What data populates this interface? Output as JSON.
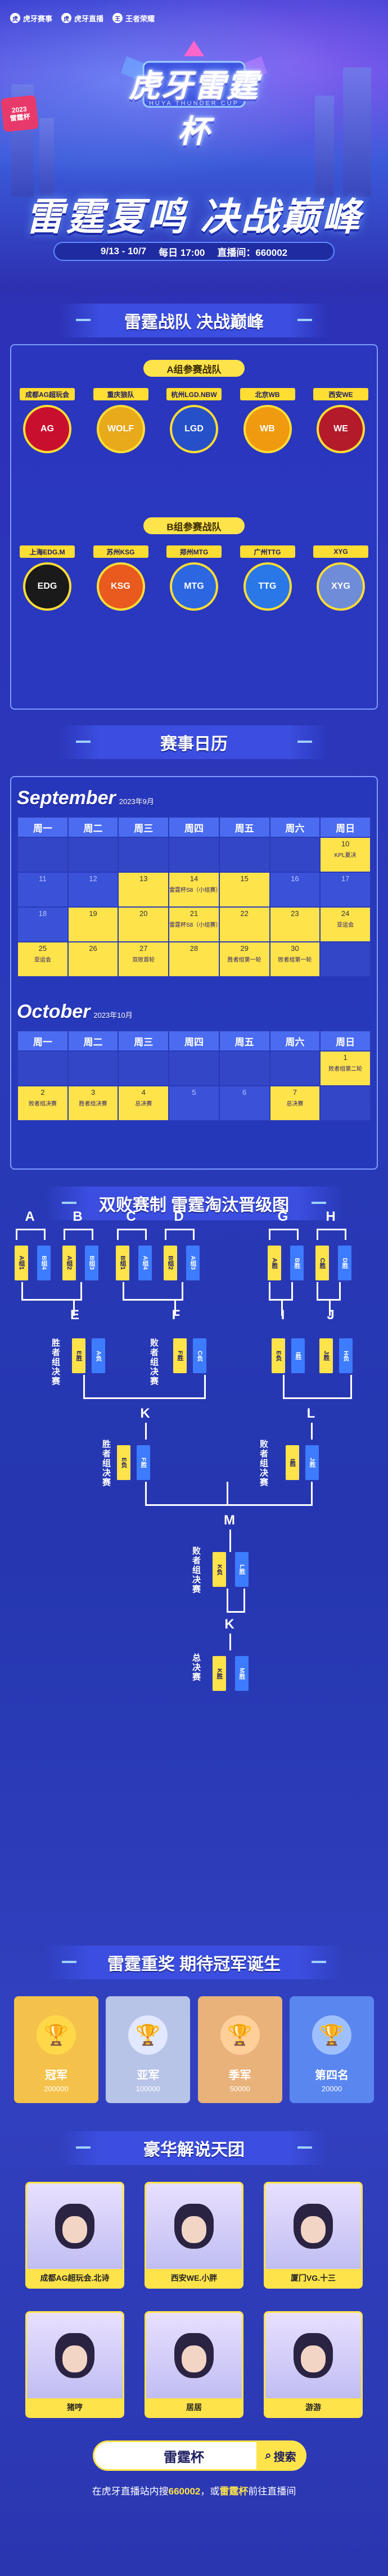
{
  "header": {
    "brands": [
      "虎牙赛事",
      "虎牙直播",
      "王者荣耀"
    ],
    "league_badge": [
      "2023",
      "雷霆杯"
    ],
    "logo_title": "虎牙雷霆杯",
    "logo_sub": "HUYA THUNDER CUP",
    "slogan": "雷霆夏鸣 决战巅峰",
    "info": {
      "dates": "9/13 - 10/7",
      "time": "每日 17:00",
      "room": "直播间：660002"
    }
  },
  "teams_section": {
    "title": "雷霆战队 决战巅峰",
    "group_a": {
      "label": "A组参赛战队",
      "teams": [
        {
          "name": "成都AG超玩会",
          "emblem": "AG",
          "color": "#c8102e"
        },
        {
          "name": "重庆狼队",
          "emblem": "WOLF",
          "color": "#e8a91a"
        },
        {
          "name": "杭州LGD.NBW",
          "emblem": "LGD",
          "color": "#2650c8"
        },
        {
          "name": "北京WB",
          "emblem": "WB",
          "color": "#f09a10"
        },
        {
          "name": "西安WE",
          "emblem": "WE",
          "color": "#b41b2a"
        }
      ]
    },
    "group_b": {
      "label": "B组参赛战队",
      "teams": [
        {
          "name": "上海EDG.M",
          "emblem": "EDG",
          "color": "#1a1a1a"
        },
        {
          "name": "苏州KSG",
          "emblem": "KSG",
          "color": "#e85a1e"
        },
        {
          "name": "郑州MTG",
          "emblem": "MTG",
          "color": "#2c66e0"
        },
        {
          "name": "广州TTG",
          "emblem": "TTG",
          "color": "#2a78e8"
        },
        {
          "name": "XYG",
          "emblem": "XYG",
          "color": "#6f8cd8"
        }
      ]
    }
  },
  "calendar": {
    "title": "赛事日历",
    "weekdays": [
      "周一",
      "周二",
      "周三",
      "周四",
      "周五",
      "周六",
      "周日"
    ],
    "sep": {
      "label": "September",
      "cn": "2023年9月"
    },
    "oct": {
      "label": "October",
      "cn": "2023年10月"
    },
    "sep_rows": [
      [
        {
          "d": ""
        },
        {
          "d": ""
        },
        {
          "d": ""
        },
        {
          "d": ""
        },
        {
          "d": ""
        },
        {
          "d": ""
        },
        {
          "d": "10",
          "y": true,
          "ev": "KPL夏决"
        }
      ],
      [
        {
          "d": "11"
        },
        {
          "d": "12"
        },
        {
          "d": "13",
          "y": true
        },
        {
          "d": "14",
          "y": true,
          "ev": "雷霆杯S8（小组赛）"
        },
        {
          "d": "15",
          "y": true
        },
        {
          "d": "16"
        },
        {
          "d": "17"
        }
      ],
      [
        {
          "d": "18"
        },
        {
          "d": "19",
          "y": true
        },
        {
          "d": "20",
          "y": true
        },
        {
          "d": "21",
          "y": true,
          "ev": "雷霆杯S8（小组赛）"
        },
        {
          "d": "22",
          "y": true
        },
        {
          "d": "23",
          "y": true
        },
        {
          "d": "24",
          "y": true,
          "ev": "亚运会"
        }
      ],
      [
        {
          "d": "25",
          "y": true,
          "ev": "亚运会"
        },
        {
          "d": "26",
          "y": true
        },
        {
          "d": "27",
          "y": true,
          "ev": "双败首轮"
        },
        {
          "d": "28",
          "y": true
        },
        {
          "d": "29",
          "y": true,
          "ev": "胜者组第一轮"
        },
        {
          "d": "30",
          "y": true,
          "ev": "败者组第一轮"
        },
        {
          "d": ""
        }
      ]
    ],
    "oct_rows": [
      [
        {
          "d": ""
        },
        {
          "d": ""
        },
        {
          "d": ""
        },
        {
          "d": ""
        },
        {
          "d": ""
        },
        {
          "d": ""
        },
        {
          "d": "1",
          "y": true,
          "ev": "败者组第二轮"
        }
      ],
      [
        {
          "d": "2",
          "y": true,
          "ev": "败者组决赛"
        },
        {
          "d": "3",
          "y": true,
          "ev": "胜者组决赛"
        },
        {
          "d": "4",
          "y": true,
          "ev": "总决赛"
        },
        {
          "d": "5"
        },
        {
          "d": "6"
        },
        {
          "d": "7",
          "y": true,
          "ev": "总决赛"
        },
        {
          "d": ""
        }
      ]
    ]
  },
  "bracket": {
    "title": "双败赛制 雷霆淘汰晋级图",
    "groups": [
      "A",
      "B",
      "C",
      "D",
      "G",
      "H"
    ],
    "mid": [
      "E",
      "F",
      "I",
      "J"
    ],
    "k": [
      "K",
      "L"
    ],
    "m": "M",
    "final": "K",
    "stage_labels": {
      "winners": "胜者组决赛",
      "losers": "败者组决赛",
      "final": "总决赛"
    },
    "r1_boxes": [
      "A组1",
      "B组4",
      "A组2",
      "B组3",
      "B组1",
      "A组4",
      "B组2",
      "A组3",
      "A胜",
      "B胜",
      "C胜",
      "D胜"
    ],
    "r2_boxes": [
      "E胜",
      "A负",
      "F胜",
      "C负",
      "E负",
      "I胜",
      "J胜",
      "H负"
    ],
    "r3_boxes": [
      "E负",
      "F胜",
      "I胜",
      "J胜"
    ],
    "r4_boxes": [
      "K负",
      "L胜"
    ],
    "r5_boxes": [
      "K胜",
      "M胜"
    ]
  },
  "prizes": {
    "title": "雷霆重奖 期待冠军诞生",
    "items": [
      {
        "rank": "冠军",
        "amount": "200000",
        "bg": "#f4c24a",
        "trophy": "#ffd84a"
      },
      {
        "rank": "亚军",
        "amount": "100000",
        "bg": "#b8c3e8",
        "trophy": "#e1e8ff"
      },
      {
        "rank": "季军",
        "amount": "50000",
        "bg": "#e8b27a",
        "trophy": "#ffcf9a"
      },
      {
        "rank": "第四名",
        "amount": "20000",
        "bg": "#5a86f0",
        "trophy": "#9ec0ff"
      }
    ]
  },
  "casters": {
    "title": "豪华解说天团",
    "items": [
      {
        "name": "成都AG超玩会.北诗"
      },
      {
        "name": "西安WE.小胖"
      },
      {
        "name": "厦门VG.十三"
      },
      {
        "name": "猪哼"
      },
      {
        "name": "居居"
      },
      {
        "name": "游游"
      }
    ]
  },
  "search": {
    "keyword": "雷霆杯",
    "button": "搜索"
  },
  "footer": {
    "prefix": "在虎牙直播站内搜",
    "room": "660002",
    "mid": "，或",
    "keyword": "雷霆杯",
    "suffix": "前往直播间"
  }
}
